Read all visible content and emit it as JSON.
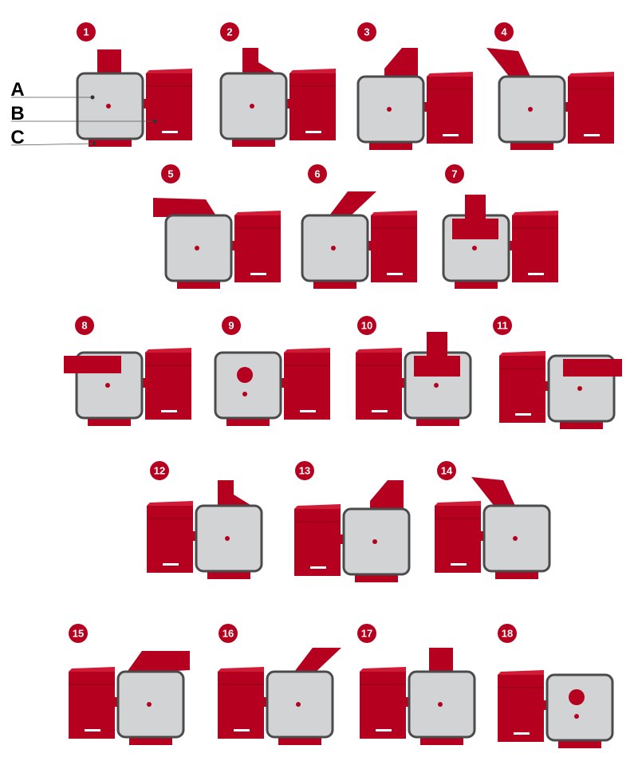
{
  "diagram": {
    "legend": [
      {
        "letter": "A"
      },
      {
        "letter": "B"
      },
      {
        "letter": "C"
      }
    ],
    "colors": {
      "red": "#b5001f",
      "red_dark": "#8c0016",
      "red_light": "#d11a35",
      "body_gray": "#d2d3d5",
      "body_edge": "#4b4b4b",
      "badge": "#b5001f",
      "badge_text": "#ffffff",
      "white": "#ffffff"
    },
    "variants": [
      {
        "number": "1",
        "box_side": "right",
        "outlet": "up-straight"
      },
      {
        "number": "2",
        "box_side": "right",
        "outlet": "up-bend-right"
      },
      {
        "number": "3",
        "box_side": "right",
        "outlet": "diagonal-right"
      },
      {
        "number": "4",
        "box_side": "right",
        "outlet": "diagonal-left"
      },
      {
        "number": "5",
        "box_side": "right",
        "outlet": "horizontal-left-bend"
      },
      {
        "number": "6",
        "box_side": "right",
        "outlet": "diagonal-right-long"
      },
      {
        "number": "7",
        "box_side": "right",
        "outlet": "top-center-short"
      },
      {
        "number": "8",
        "box_side": "right",
        "outlet": "horizontal-left"
      },
      {
        "number": "9",
        "box_side": "right",
        "outlet": "round"
      },
      {
        "number": "10",
        "box_side": "left",
        "outlet": "top-center-short"
      },
      {
        "number": "11",
        "box_side": "left",
        "outlet": "horizontal-right"
      },
      {
        "number": "12",
        "box_side": "left",
        "outlet": "up-bend-right"
      },
      {
        "number": "13",
        "box_side": "left",
        "outlet": "diagonal-right"
      },
      {
        "number": "14",
        "box_side": "left",
        "outlet": "diagonal-left"
      },
      {
        "number": "15",
        "box_side": "left",
        "outlet": "horizontal-right-bend"
      },
      {
        "number": "16",
        "box_side": "left",
        "outlet": "diagonal-right-long"
      },
      {
        "number": "17",
        "box_side": "left",
        "outlet": "up-straight"
      },
      {
        "number": "18",
        "box_side": "left",
        "outlet": "round"
      }
    ]
  }
}
